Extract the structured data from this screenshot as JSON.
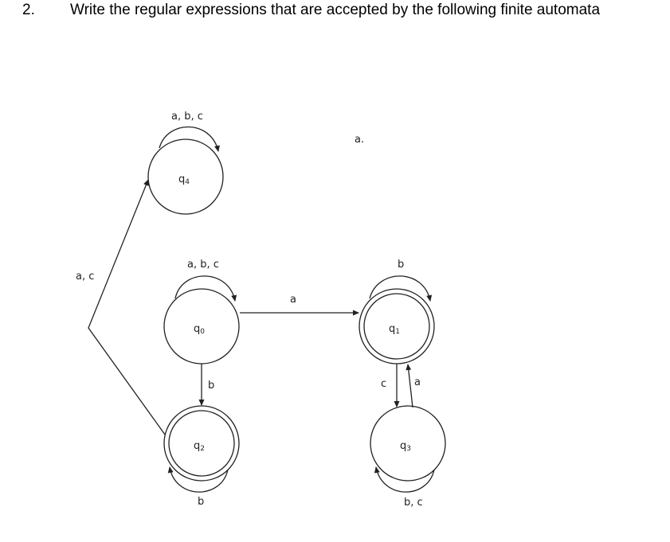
{
  "question": {
    "number": "2.",
    "text": "Write the regular expressions that are accepted by the following finite automata"
  },
  "part_label": "a.",
  "states": {
    "q4": {
      "main": "q",
      "sub": "4",
      "accepting": false
    },
    "q0": {
      "main": "q",
      "sub": "0",
      "accepting": false
    },
    "q1": {
      "main": "q",
      "sub": "1",
      "accepting": true
    },
    "q2": {
      "main": "q",
      "sub": "2",
      "accepting": true
    },
    "q3": {
      "main": "q",
      "sub": "3",
      "accepting": false
    }
  },
  "transitions": {
    "q4_loop": "a, b, c",
    "q0_loop": "a, b, c",
    "q1_loop": "b",
    "q2_loop": "b",
    "q3_loop": "b, c",
    "q0_to_q1": "a",
    "q0_to_q2": "b",
    "q1_to_q3": "c",
    "q3_to_q1": "a",
    "q2_to_q4": "a, c"
  }
}
